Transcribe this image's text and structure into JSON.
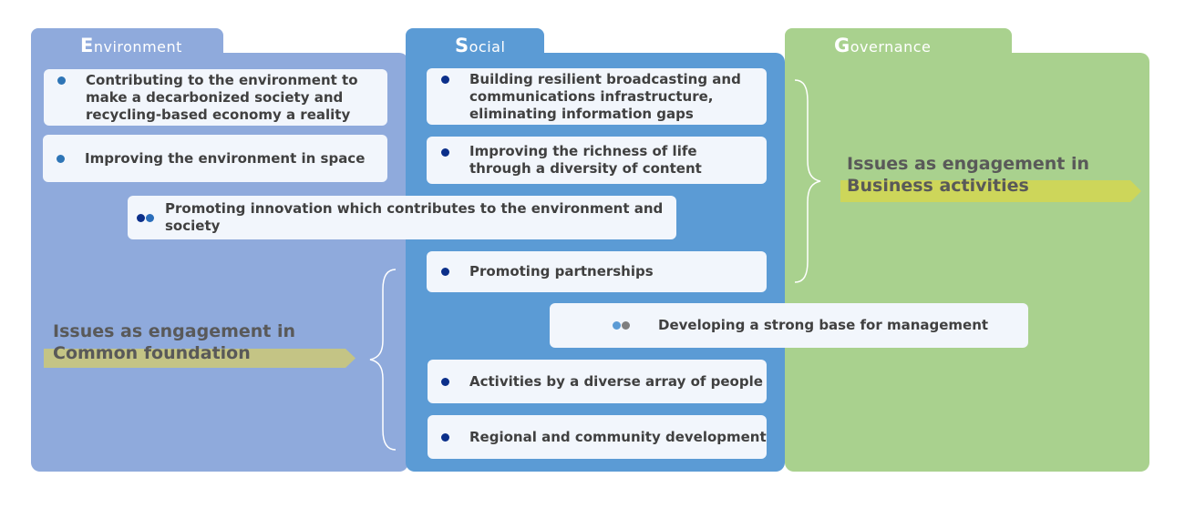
{
  "columns": {
    "environment": {
      "initial": "E",
      "rest": "nvironment"
    },
    "social": {
      "initial": "S",
      "rest": "ocial"
    },
    "governance": {
      "initial": "G",
      "rest": "overnance"
    }
  },
  "environment_items": [
    "Contributing to the environment to make a decarbonized society and recycling-based economy a reality",
    "Improving the environment in space"
  ],
  "social_items": [
    "Building resilient broadcasting and communications infrastructure, eliminating information gaps",
    "Improving the richness of life through a diversity of content",
    "Promoting partnerships",
    "Activities by a diverse array of people",
    "Regional and community development"
  ],
  "shared_items": {
    "env_social": "Promoting innovation which contributes to the environment and society",
    "social_gov": "Developing a strong base for management"
  },
  "issues": {
    "business": {
      "line1": "Issues as engagement in",
      "line2": "Business activities"
    },
    "common": {
      "line1": "Issues as engagement in",
      "line2": "Common foundation"
    }
  },
  "colors": {
    "environment": "#8faadc",
    "social": "#5b9bd5",
    "governance": "#a9d18e",
    "arrow_business": "#cdd65a",
    "arrow_common": "#c4c485"
  }
}
